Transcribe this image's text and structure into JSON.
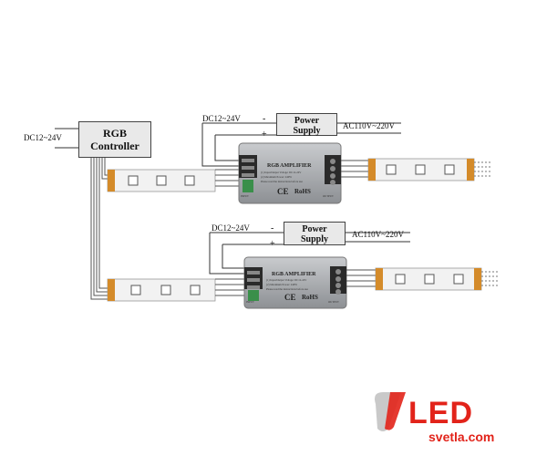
{
  "controller": {
    "line1": "RGB",
    "line2": "Controller"
  },
  "controller_input": "DC12~24V",
  "amplifiers": [
    {
      "supply_dc_label": "DC12~24V",
      "supply_line1": "Power",
      "supply_line2": "Supply",
      "supply_ac_label": "AC110V~220V",
      "minus": "-",
      "plus": "+",
      "title": "RGB AMPLIFIER",
      "info1": "(1) Input/Output Voltage: DC12-24V",
      "info2": "(2) Maximum Power: 240W",
      "info3": "Please read the instructions before use",
      "ce": "CE",
      "rohs": "RoHS",
      "in_label": "INPUT",
      "out_label": "OUTPUT"
    },
    {
      "supply_dc_label": "DC12~24V",
      "supply_line1": "Power",
      "supply_line2": "Supply",
      "supply_ac_label": "AC110V~220V",
      "minus": "-",
      "plus": "+",
      "title": "RGB AMPLIFIER",
      "info1": "(1) Input/Output Voltage: DC12-24V",
      "info2": "(2) Maximum Power: 240W",
      "info3": "Please read the instructions before use",
      "ce": "CE",
      "rohs": "RoHS",
      "in_label": "INPUT",
      "out_label": "OUTPUT"
    }
  ],
  "logo": {
    "big": "LED",
    "small": "svetla.com"
  },
  "colors": {
    "wire": "#333333",
    "box_fill": "#e9e9e9",
    "amp_body": "#a7aaad",
    "strip": "#f2f2f2",
    "terminal": "#2a2a2a",
    "pcb_green": "#3a8f4a",
    "logo_red": "#e2231a",
    "logo_grey": "#c9c9c9"
  }
}
